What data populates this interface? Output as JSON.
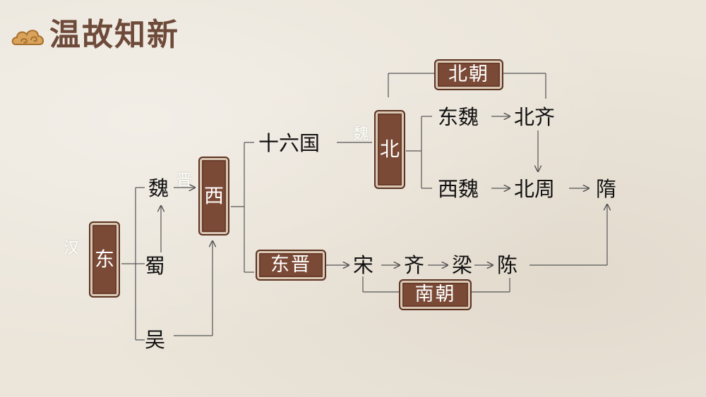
{
  "title": "温故知新",
  "boxes": {
    "donghan": {
      "main": "东",
      "side": "汉"
    },
    "xijin": {
      "main": "西",
      "side": "晋"
    },
    "beiwei": {
      "main": "北",
      "side": "魏"
    },
    "dongjin": "东晋",
    "beichao": "北朝",
    "nanchao": "南朝"
  },
  "nodes": {
    "wei": "魏",
    "shu": "蜀",
    "wu": "吴",
    "shiliuguo": "十六国",
    "dongwei": "东魏",
    "xiwei": "西魏",
    "beiqi": "北齐",
    "beizhou": "北周",
    "sui": "隋",
    "song": "宋",
    "qi": "齐",
    "liang": "梁",
    "chen": "陈"
  },
  "colors": {
    "box": "#7a4a36",
    "title": "#6e4a3a",
    "line": "#555555"
  }
}
